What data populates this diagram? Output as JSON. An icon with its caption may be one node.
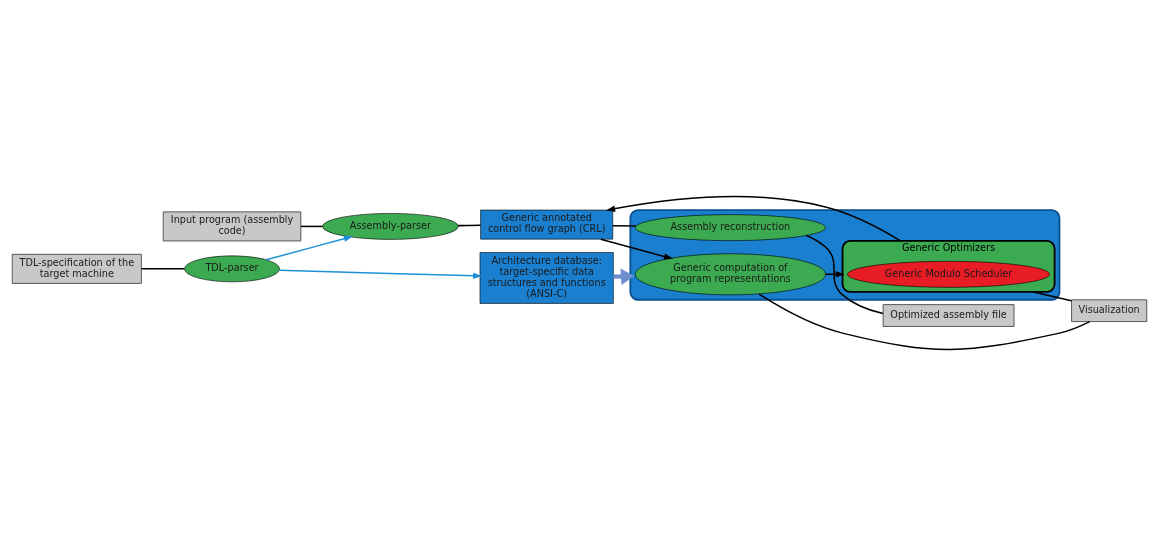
{
  "diagram": {
    "nodes": [
      {
        "text": [
          "Input program (assembly code)"
        ]
      },
      {
        "text": [
          "Assembly-parser"
        ]
      },
      {
        "text": [
          "TDL-specification of the target machine"
        ]
      },
      {
        "text": [
          "TDL-parser"
        ]
      },
      {
        "text": [
          "Architecture database: target-specific data structures and functions (ANSI-C)"
        ]
      },
      {
        "text": [
          "Generic annotated control flow graph (CRL)"
        ]
      },
      {
        "text": [],
        "shape": "cloud"
      },
      {
        "text": [
          "Generic computation of program representations"
        ],
        "in": 6
      },
      {
        "text": [
          "Generic Optimizers"
        ],
        "in": 6
      },
      {
        "text": [
          "Generic Modulo Scheduler"
        ],
        "in": 8
      },
      {
        "text": [
          "Assembly reconstruction"
        ],
        "in": 6
      },
      {
        "text": [
          "Visualization"
        ]
      },
      {
        "text": [
          "Optimized assembly file"
        ]
      }
    ],
    "edges": [
      {
        "from": 0,
        "to": 1,
        "arrow": "none"
      },
      {
        "from": 1,
        "to": 5,
        "arrow": "none"
      },
      {
        "from": 2,
        "to": 3,
        "arrow": "none"
      },
      {
        "from": 3,
        "to": 1,
        "arrow": "to",
        "color": "#1e90d6"
      },
      {
        "from": 3,
        "to": 4,
        "arrow": "to",
        "color": "#1e90d6"
      },
      {
        "from": 5,
        "to": 7,
        "arrow": "to"
      },
      {
        "from": 7,
        "to": 8,
        "arrow": "to"
      },
      {
        "from": 8,
        "to": 5,
        "arrow": "to"
      },
      {
        "from": 7,
        "to": 11,
        "arrow": "none"
      },
      {
        "from": 8,
        "to": 11,
        "arrow": "none"
      },
      {
        "from": 5,
        "to": 10,
        "arrow": "none"
      },
      {
        "from": 10,
        "to": 12,
        "arrow": "none"
      },
      {
        "from": 4,
        "to": 6,
        "arrow": "to",
        "style": "thick",
        "color": "#6f8fcf"
      }
    ]
  }
}
